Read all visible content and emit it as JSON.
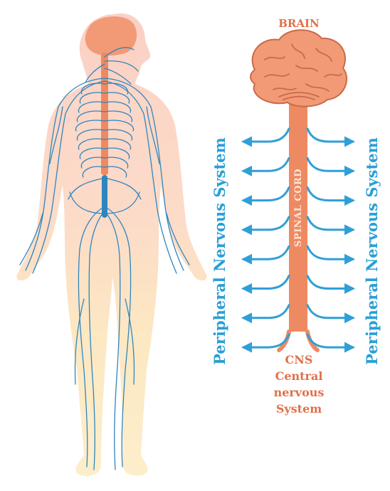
{
  "labels": {
    "brain": "BRAIN",
    "spinal_cord": "SPINAL CORD",
    "pns_left": "Peripheral Nervous System",
    "pns_right": "Peripheral Nervous System",
    "cns_abbr": "CNS",
    "cns_line1": "Central",
    "cns_line2": "nervous",
    "cns_line3": "System"
  },
  "colors": {
    "cns": "#ee8a62",
    "brain": "#f29a76",
    "brain_dark": "#c96a48",
    "pns": "#2f9fd8",
    "nerve": "#2e86bf",
    "body_upper": "#fbd3c8",
    "body_lower": "#fbe6bf",
    "label_orange": "#e0714a",
    "label_blue": "#2a9fd6"
  },
  "icons": {
    "body": "human-body-nervous-system-illustration",
    "brain": "brain-icon",
    "arrows": "bidirectional-arrow-icon"
  }
}
